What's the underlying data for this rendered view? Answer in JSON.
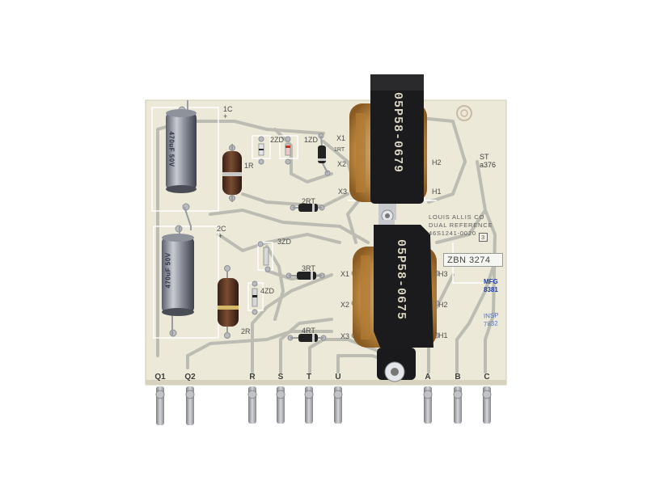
{
  "board": {
    "maker_line": "LOUIS ALLIS CO",
    "title_line": "DUAL REFERENCE",
    "part_number": "46S1241-0020",
    "revision": "3",
    "sticker": "ZBN 3274",
    "stamp_mfg": "MFG",
    "stamp_mfg_num": "8381",
    "stamp_insp": "INSP",
    "stamp_insp_num": "7832",
    "st_label": "ST",
    "st_num": "a376"
  },
  "pins": [
    "Q1",
    "Q2",
    "R",
    "S",
    "T",
    "U",
    "A",
    "B",
    "C"
  ],
  "silkscreen": {
    "cap1": "1C",
    "cap2": "2C",
    "plus": "+",
    "r1": "1R",
    "r2": "2R",
    "zd1": "1ZD",
    "zd2": "2ZD",
    "zd3": "3ZD",
    "zd4": "4ZD",
    "rt1": "1RT",
    "rt2": "2RT",
    "rt3": "3RT",
    "rt4": "4RT",
    "x1a": "X1",
    "x2a": "X2",
    "x3a": "X3",
    "x1b": "X1",
    "x2b": "X2",
    "x3b": "X3",
    "h1a": "H1",
    "h2a": "H2",
    "h1b": "H1",
    "h2b": "H2",
    "h3b": "H3"
  },
  "transformers": {
    "upper": "05P58-0679",
    "lower": "05P58-0675"
  },
  "capacitors": {
    "top": "470uF 50V",
    "bottom": "470uF 50V"
  }
}
